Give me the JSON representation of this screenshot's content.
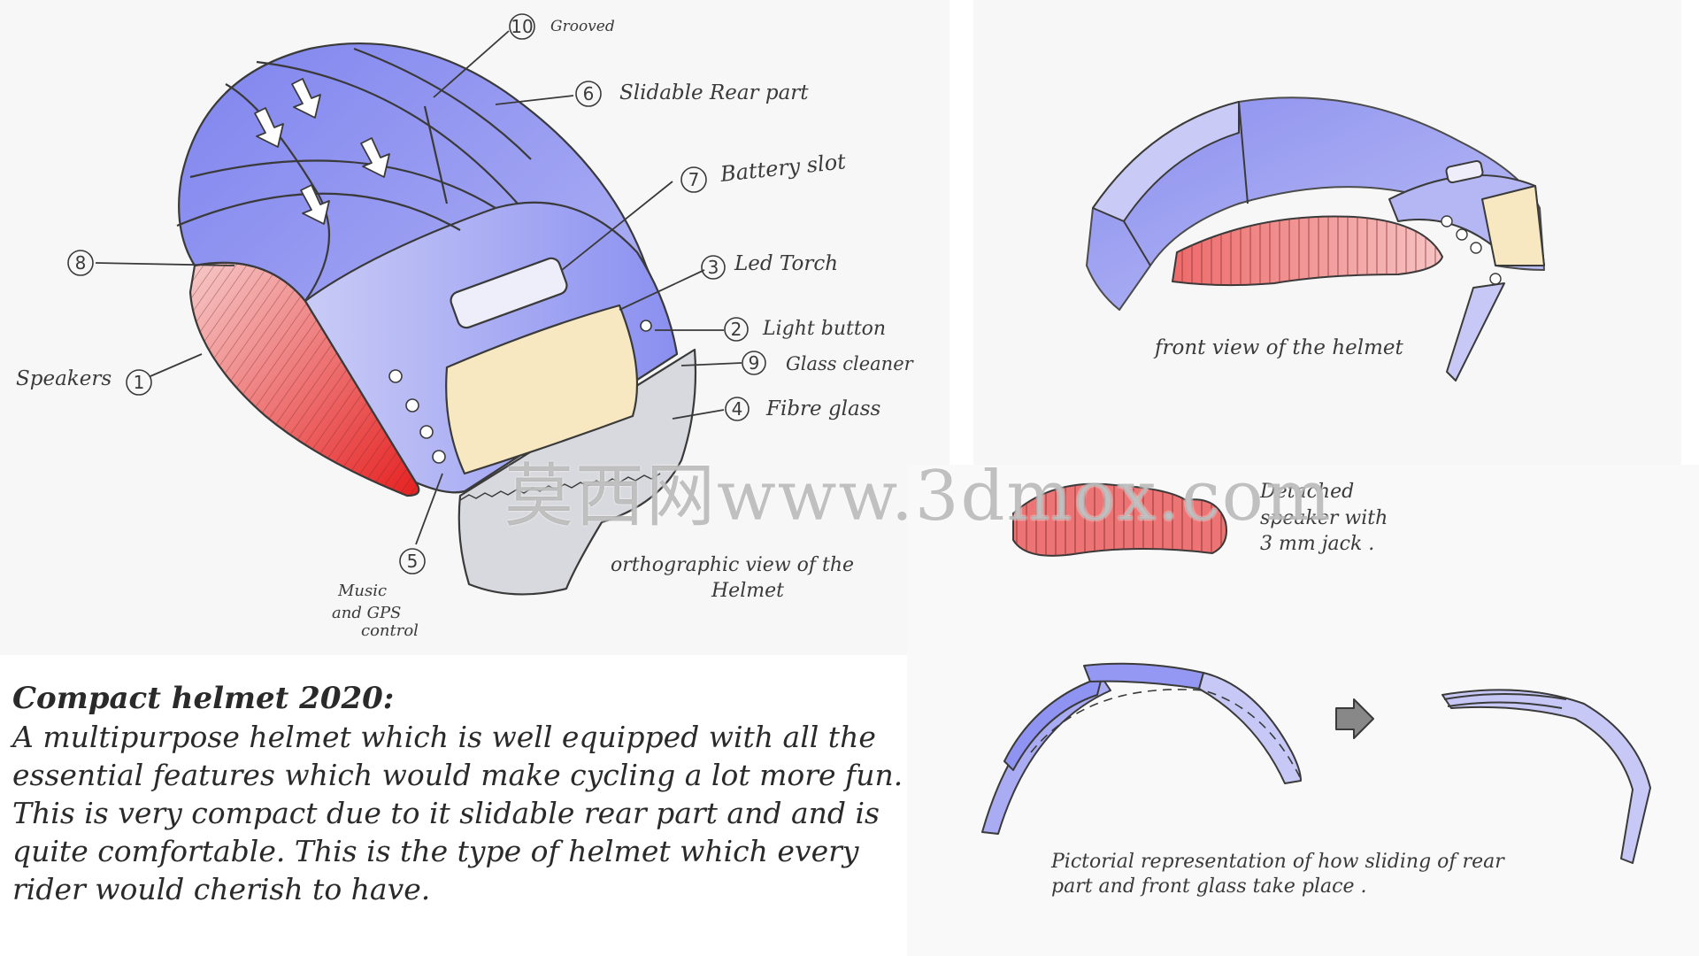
{
  "watermark": "莫西网www.3dmox.com",
  "colors": {
    "shell_blue": "#8f93f2",
    "shell_light": "#c7c8f6",
    "speaker_red": "#e84040",
    "visor_cream": "#f7e8c2",
    "glass_grey": "#d7d9dd",
    "ink": "#3a3a3a"
  },
  "labels": {
    "grooved": {
      "num": "10",
      "text": "Grooved"
    },
    "slidable": {
      "num": "6",
      "text": "Slidable Rear part"
    },
    "battery": {
      "num": "7",
      "text": "Battery slot"
    },
    "torch": {
      "num": "3",
      "text": "Led Torch"
    },
    "light_button": {
      "num": "2",
      "text": "Light button"
    },
    "glass_cleaner": {
      "num": "9",
      "text": "Glass cleaner"
    },
    "fibre_glass": {
      "num": "4",
      "text": "Fibre glass"
    },
    "eight": {
      "num": "8"
    },
    "speakers": {
      "num": "1",
      "text": "Speakers"
    },
    "music": {
      "num": "5",
      "line1": "Music",
      "line2": "and GPS",
      "line3": "control"
    }
  },
  "captions": {
    "ortho1": "orthographic view of the",
    "ortho2": "Helmet",
    "front": "front view of the helmet",
    "detached1": "Detached",
    "detached2": "speaker with",
    "detached3": "3 mm jack .",
    "pictorial1": "Pictorial representation of how sliding of rear",
    "pictorial2": "part and front glass take place ."
  },
  "description": {
    "title": "Compact helmet 2020:",
    "body": "A multipurpose helmet which is well equipped with all the essential features which would make cycling a lot more fun. This is very compact due to it slidable rear part and and is quite comfortable. This is the type of helmet which every rider would cherish to have."
  }
}
